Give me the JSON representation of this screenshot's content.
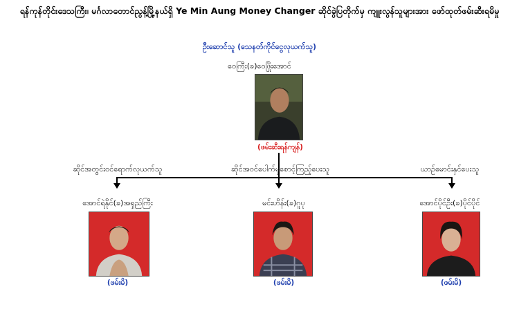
{
  "title": "ရန်ကုန်တိုင်းဒေသကြီး၊ မင်္ဂလာတောင်ညွန့်မြို့နယ်ရှိ Ye Min Aung Money Changer ဆိုင်ခွဲပြတိုက်မှ ကျူးလွန်သူများအား ဖော်ထုတ်ဖမ်းဆီးရမိမှု",
  "leader": {
    "role": "ဦးဆောင်သူ  (သေနတ်ကိုင်ငွေလုယက်သူ)",
    "name": "ဝေကြီး(ခ)ဝေဖြိုးအောင်",
    "status": "(ဖမ်းဆီးရန်ကျန်)"
  },
  "members": [
    {
      "role": "ဆိုင်အတွင်းဝင်ရောက်လုယက်သူ",
      "name": "အောင်ရဲနိုင်(ခ)အရှည်ကြီး",
      "status": "(ဖမ်းမိ)"
    },
    {
      "role": "ဆိုင်အဝင်ပေါက်မှစောင့်ကြည့်ပေးသူ",
      "name": "မင်းဟိန်း(ခ)ဂူပု",
      "status": "(ဖမ်းမိ)"
    },
    {
      "role": "ယာဉ်မောင်းနှင်ပေးသူ",
      "name": "အောင်ပိုင်ဦး(ခ)ပိုင်ပိုင်",
      "status": "(ဖမ်းမိ)"
    }
  ],
  "colors": {
    "title": "#000000",
    "leader_role": "#1f3fae",
    "at_large": "#d81f1f",
    "arrested": "#1f3fae",
    "leader_photo_bg": "#3a3f2c",
    "member_photo_bg": "#d42a2a"
  }
}
